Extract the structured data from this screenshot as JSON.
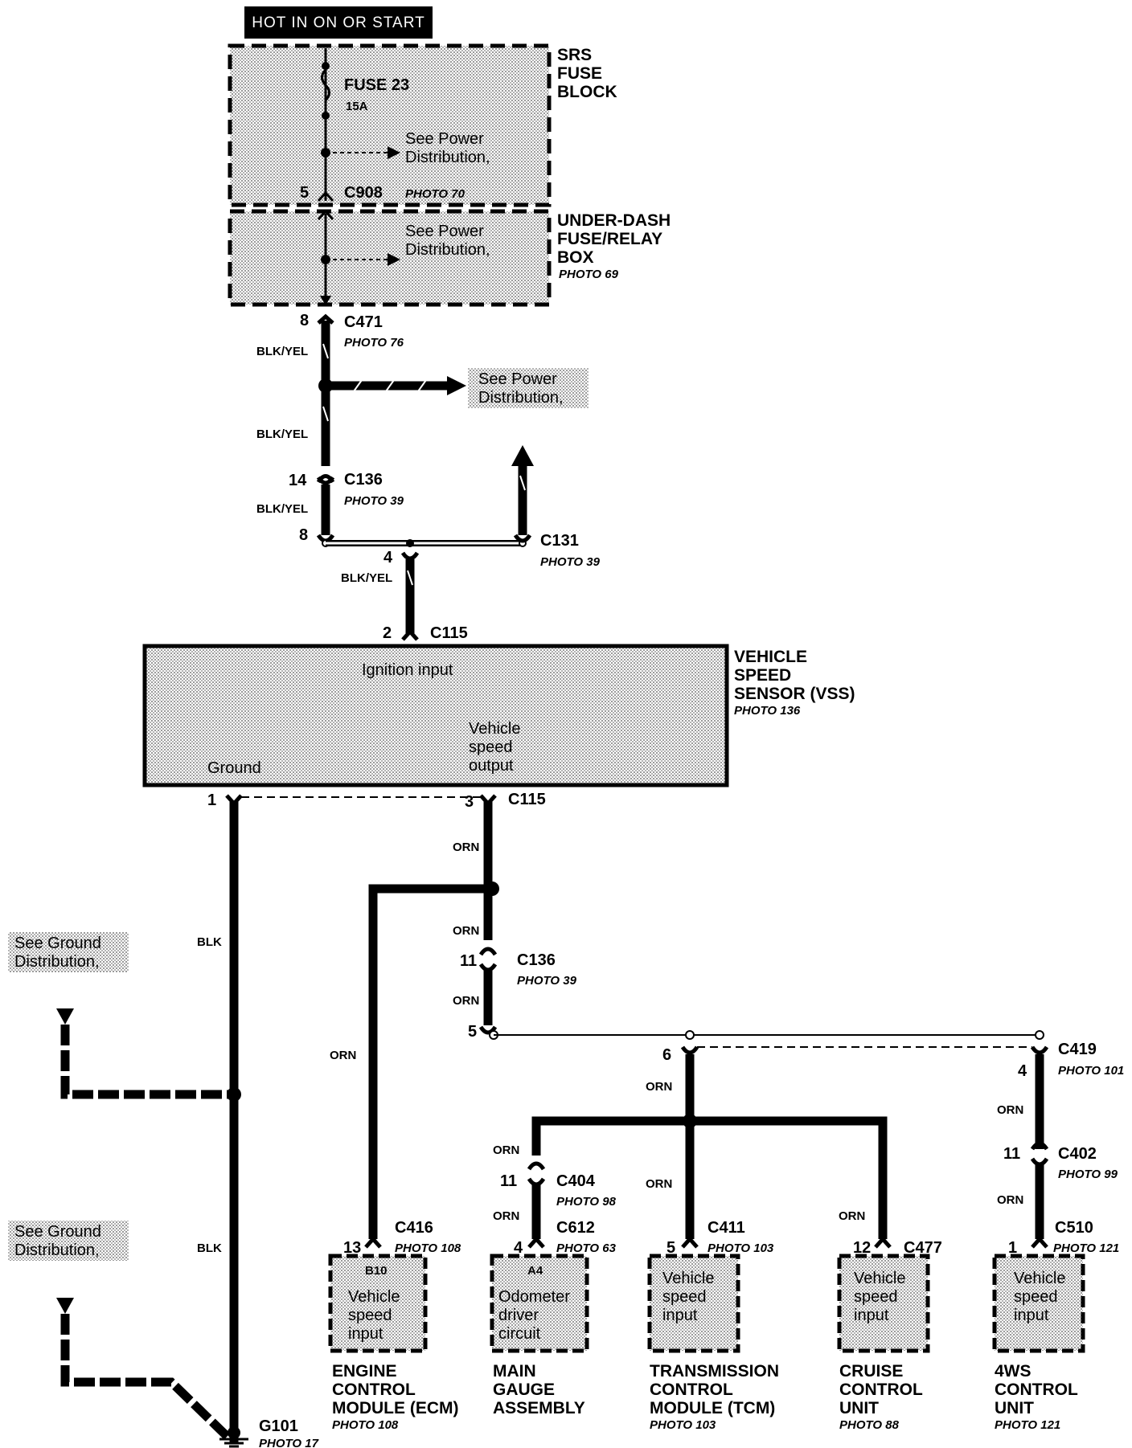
{
  "header": {
    "title": "HOT IN ON OR START"
  },
  "srs": {
    "label": [
      "SRS",
      "FUSE",
      "BLOCK"
    ],
    "fuse": "FUSE 23",
    "amps": "15A",
    "see_power": [
      "See Power",
      "Distribution,"
    ],
    "pin": "5",
    "connector": "C908",
    "photo": "PHOTO 70"
  },
  "underdash": {
    "label": [
      "UNDER-DASH",
      "FUSE/RELAY",
      "BOX"
    ],
    "see_power": [
      "See Power",
      "Distribution,"
    ],
    "photo": "PHOTO 69"
  },
  "c471": {
    "pin": "8",
    "connector": "C471",
    "photo": "PHOTO 76",
    "wire": "BLK/YEL"
  },
  "splice_power": {
    "see_power": [
      "See Power",
      "Distribution,"
    ],
    "wire": "BLK/YEL"
  },
  "c136a": {
    "pin": "14",
    "connector": "C136",
    "photo": "PHOTO 39",
    "wire": "BLK/YEL"
  },
  "c131": {
    "pin_left": "8",
    "connector": "C131",
    "photo": "PHOTO 39"
  },
  "c115a": {
    "pin_top": "4",
    "wire": "BLK/YEL",
    "pin": "2",
    "connector": "C115"
  },
  "vss": {
    "label": [
      "VEHICLE",
      "SPEED",
      "SENSOR (VSS)"
    ],
    "photo": "PHOTO 136",
    "ignition": "Ignition input",
    "output": [
      "Vehicle",
      "speed",
      "output"
    ],
    "ground": "Ground"
  },
  "c115b": {
    "pin_ground": "1",
    "pin": "3",
    "connector": "C115"
  },
  "ground_wire": {
    "wire": "BLK",
    "see_ground": [
      "See Ground",
      "Distribution,"
    ],
    "connector": "G101",
    "photo": "PHOTO 17"
  },
  "orn": {
    "wire": "ORN"
  },
  "c136b": {
    "pin": "11",
    "connector": "C136",
    "photo": "PHOTO 39",
    "pin_bottom": "5"
  },
  "c419": {
    "connector": "C419",
    "photo": "PHOTO 101",
    "pin_tcm": "6",
    "pin": "4"
  },
  "c402": {
    "pin": "11",
    "connector": "C402",
    "photo": "PHOTO 99"
  },
  "c404": {
    "pin": "11",
    "connector": "C404",
    "photo": "PHOTO 98"
  },
  "components": [
    {
      "pin": "13",
      "connector": "C416",
      "photo": "PHOTO 108",
      "terminal": "B10",
      "function": [
        "Vehicle",
        "speed",
        "input"
      ],
      "name": [
        "ENGINE",
        "CONTROL",
        "MODULE (ECM)"
      ],
      "name_photo": "PHOTO 108"
    },
    {
      "pin": "4",
      "connector": "C612",
      "photo": "PHOTO 63",
      "terminal": "A4",
      "function": [
        "Odometer",
        "driver",
        "circuit"
      ],
      "name": [
        "MAIN",
        "GAUGE",
        "ASSEMBLY"
      ],
      "name_photo": ""
    },
    {
      "pin": "5",
      "connector": "C411",
      "photo": "PHOTO 103",
      "terminal": "",
      "function": [
        "Vehicle",
        "speed",
        "input"
      ],
      "name": [
        "TRANSMISSION",
        "CONTROL",
        "MODULE (TCM)"
      ],
      "name_photo": "PHOTO 103"
    },
    {
      "pin": "12",
      "connector": "C477",
      "photo": "",
      "terminal": "",
      "function": [
        "Vehicle",
        "speed",
        "input"
      ],
      "name": [
        "CRUISE",
        "CONTROL",
        "UNIT"
      ],
      "name_photo": "PHOTO 88"
    },
    {
      "pin": "1",
      "connector": "C510",
      "photo": "PHOTO 121",
      "terminal": "",
      "function": [
        "Vehicle",
        "speed",
        "input"
      ],
      "name": [
        "4WS",
        "CONTROL",
        "UNIT"
      ],
      "name_photo": "PHOTO 121"
    }
  ]
}
